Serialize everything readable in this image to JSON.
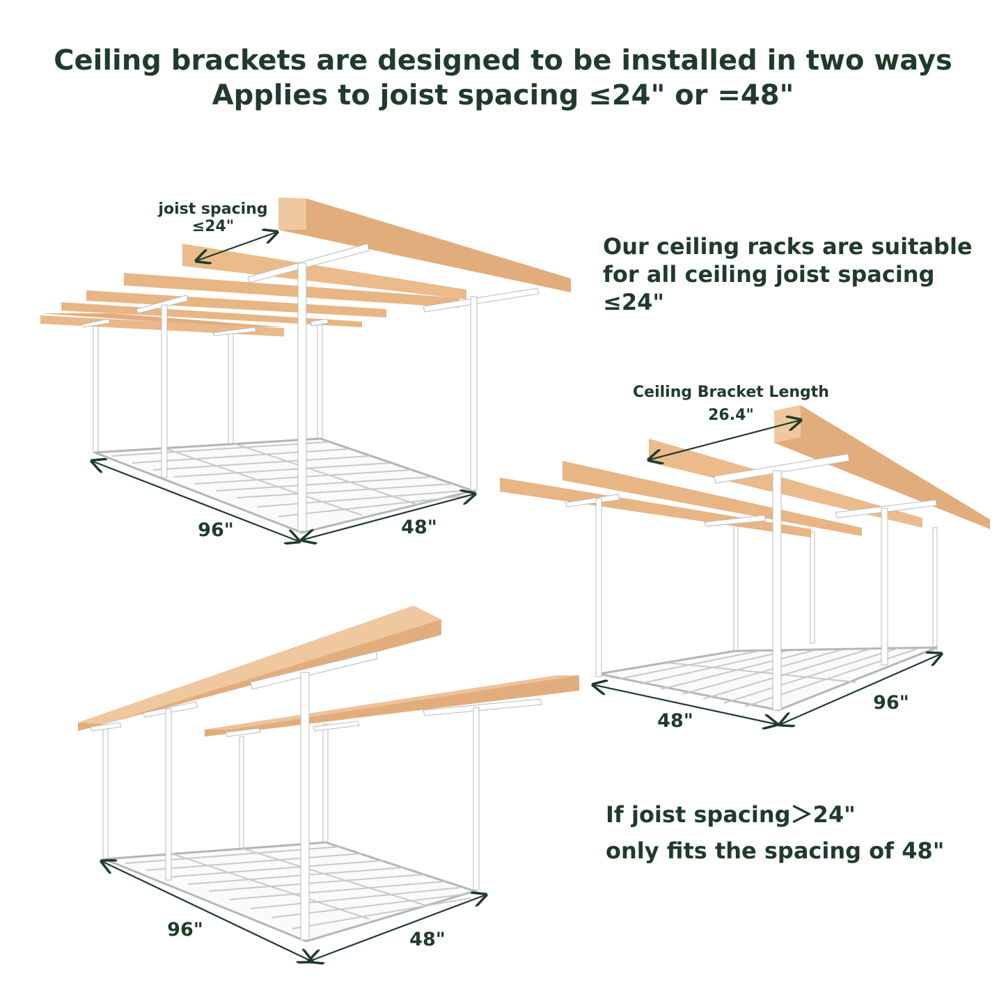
{
  "heading": {
    "line1": "Ceiling brackets are designed to be installed in two ways",
    "line2": "Applies to joist spacing ≤24\" or =48\""
  },
  "notes": {
    "suitable_line1": "Our ceiling racks are suitable",
    "suitable_line2": "for all ceiling joist spacing ≤24\"",
    "if_line1": "If joist spacing＞24\"",
    "if_line2": "only fits the spacing of 48\""
  },
  "rack_top_left": {
    "joist_label_line1": "joist spacing",
    "joist_label_line2": "≤24\"",
    "length_label": "96\"",
    "width_label": "48\""
  },
  "rack_right": {
    "bracket_label": "Ceiling Bracket Length",
    "bracket_value": "26.4\"",
    "width_label": "48\"",
    "length_label": "96\""
  },
  "rack_bottom_left": {
    "length_label": "96\"",
    "width_label": "48\""
  },
  "colors": {
    "text": "#1f3b2a",
    "wood_top": "#f0c8a0",
    "wood_front": "#e2ad7c",
    "wood_side": "#d49a66",
    "frame": "#ffffff",
    "frame_edge": "#b9b9b9"
  }
}
